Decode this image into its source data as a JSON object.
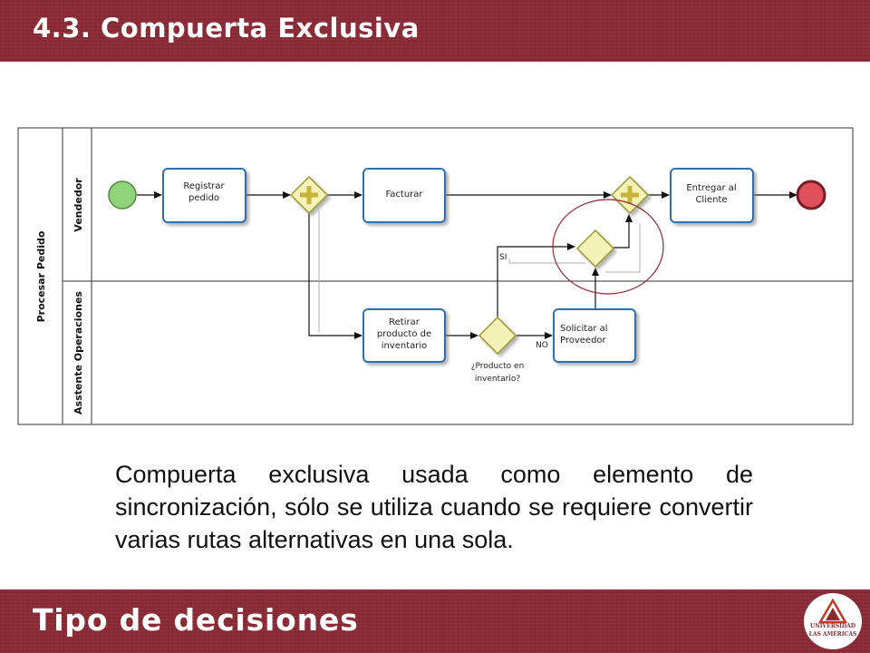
{
  "header": {
    "title": "4.3. Compuerta Exclusiva"
  },
  "footer": {
    "title": "Tipo de decisiones"
  },
  "logo": {
    "line1": "UNIVERSIDAD",
    "line2": "LAS AMÉRICAS"
  },
  "diagram": {
    "pool_label": "Procesar Pedido",
    "lanes": [
      "Vendedor",
      "Asstente Operaciones"
    ],
    "tasks": {
      "registrar": [
        "Registrar",
        "pedido"
      ],
      "facturar": [
        "Facturar"
      ],
      "entregar": [
        "Entregar al",
        "Cliente"
      ],
      "retirar": [
        "Retirar",
        "producto de",
        "inventario"
      ],
      "solicitar": [
        "Solicitar al",
        "Proveedor"
      ]
    },
    "gateway_label": [
      "¿Producto en",
      "inventario?"
    ],
    "flow_labels": {
      "yes": "SI",
      "no": "NO"
    }
  },
  "description": "Compuerta exclusiva usada como elemento de sincronización, sólo se utiliza cuando se requiere convertir varias rutas alternativas en una sola.",
  "colors": {
    "brand": "#8a2a34",
    "gateway_fill": "#f4f2b8",
    "task_border": "#2f6fb2",
    "start": "#8fd37a",
    "end": "#e0505a"
  }
}
